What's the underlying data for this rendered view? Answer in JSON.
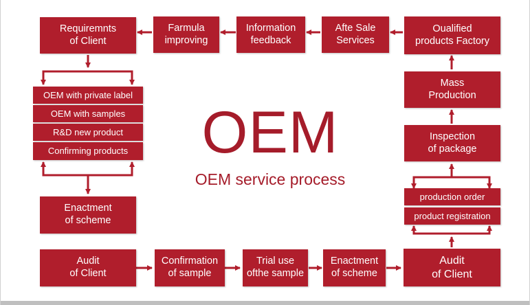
{
  "colors": {
    "box": "#b01e2c",
    "text_on_box": "#ffffff",
    "title": "#a51c2a",
    "arrow": "#b01e2c"
  },
  "title": {
    "main": "OEM",
    "subtitle": "OEM service process"
  },
  "steps": {
    "requirements_of_client": "Requiremnts\nof  Client",
    "farmula_improving": "Farmula\nimproving",
    "information_feedback": "Information\nfeedback",
    "after_sale_services": "Afte Sale\nServices",
    "qualified_products_factory": "Oualified\nproducts Factory",
    "mass_production": "Mass\nProduction",
    "inspection_of_package": "Inspection\nof package",
    "production_order": "production order",
    "product_registration": "product registration",
    "audit_of_client_right": "Audit\nof Client",
    "enactment_of_scheme_bottom": "Enactment\nof scheme",
    "trial_use_of_sample": "Trial use\nofthe sample",
    "confirmation_of_sample": "Confirmation\nof sample",
    "audit_of_client_left": "Audit\nof Client",
    "enactment_of_scheme_left": "Enactment\nof scheme",
    "oem_private_label": "OEM with private label",
    "oem_with_samples": "OEM with samples",
    "rd_new_product": "R&D new product",
    "confirming_products": "Confirming products"
  }
}
